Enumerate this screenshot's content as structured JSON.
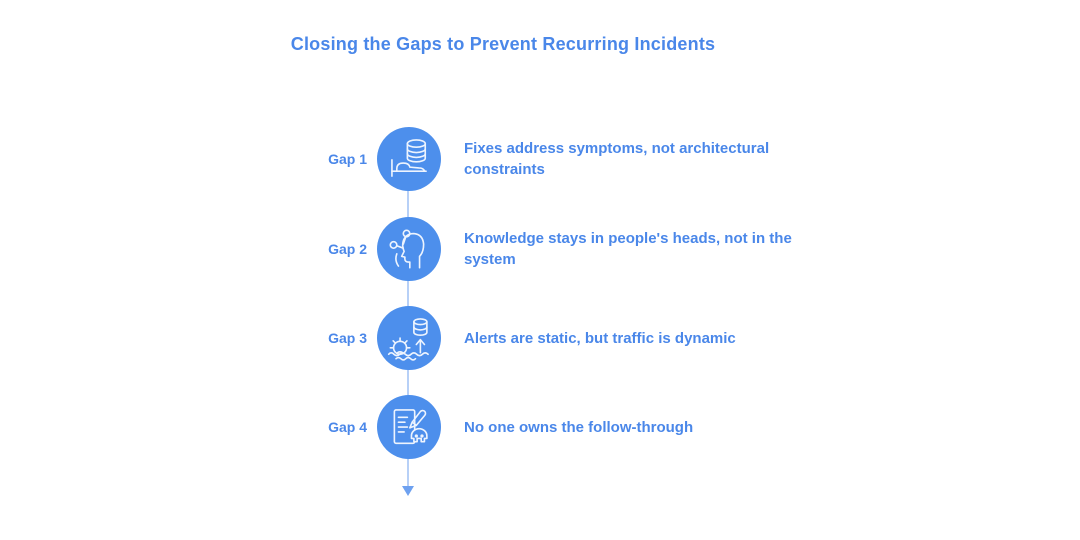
{
  "title": "Closing the Gaps to Prevent Recurring Incidents",
  "colors": {
    "background": "#FFFFFF",
    "accent_text": "#4A87E9",
    "circle_fill": "#4D8FEC",
    "icon_stroke": "#EDF4FE",
    "connector_line": "#B7D0F7",
    "arrowhead": "#6EA1F0"
  },
  "gaps": [
    {
      "label": "Gap 1",
      "icon": "database-bed-icon",
      "text": "Fixes address symptoms, not architectural constraints"
    },
    {
      "label": "Gap 2",
      "icon": "head-network-icon",
      "text": "Knowledge stays in people's heads, not in the system"
    },
    {
      "label": "Gap 3",
      "icon": "gear-waves-database-arrow-icon",
      "text": "Alerts are static, but traffic is dynamic"
    },
    {
      "label": "Gap 4",
      "icon": "checklist-pencil-skull-icon",
      "text": "No one owns the follow-through"
    }
  ],
  "connector": {
    "direction": "down",
    "arrow_icon": "arrow-down-icon"
  }
}
